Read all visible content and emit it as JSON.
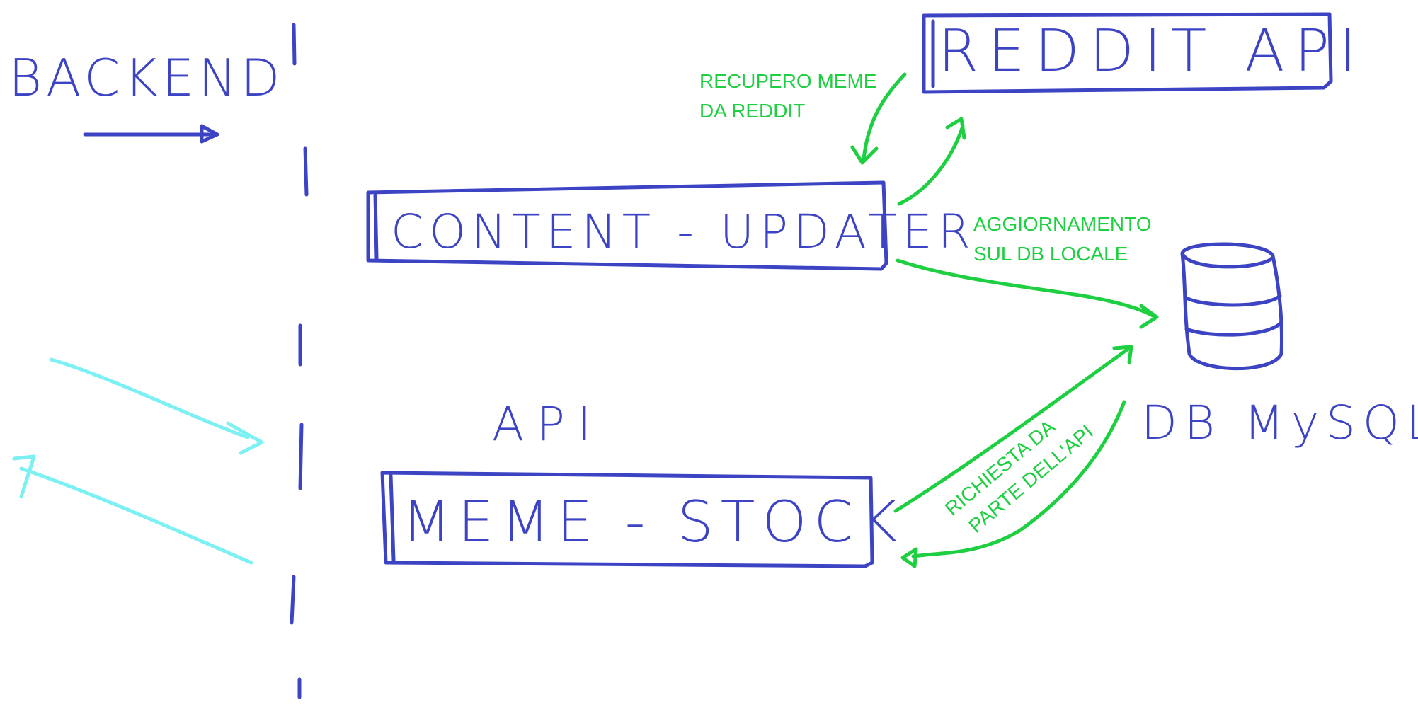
{
  "labels": {
    "backend": "BACKEND",
    "reddit_api": "REDDIT API",
    "content_updater": "CONTENT - UPDATER",
    "meme_stock": "MEME - STOCK",
    "api": "API",
    "db": "DB MySQL"
  },
  "notes": {
    "recupero_line1": "RECUPERO MEME",
    "recupero_line2": "DA REDDIT",
    "aggiornamento_line1": "AGGIORNAMENTO",
    "aggiornamento_line2": "SUL DB LOCALE",
    "richiesta_line1": "RICHIESTA DA",
    "richiesta_line2": "PARTE DELL'API"
  },
  "colors": {
    "ink": "#3d44c4",
    "annotation": "#1fcf42",
    "client_arrows": "#7cf0f2"
  }
}
